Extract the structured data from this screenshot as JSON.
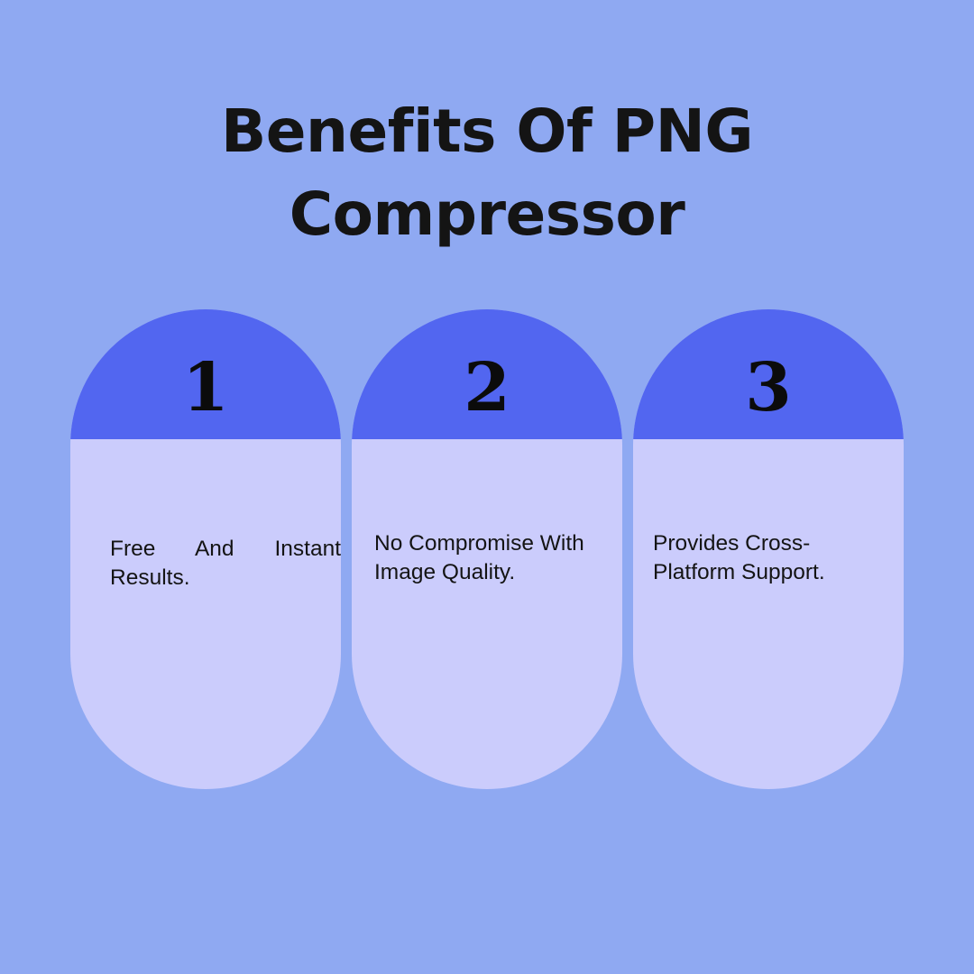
{
  "title": {
    "line1": "Benefits Of PNG",
    "line2": "Compressor"
  },
  "cards": [
    {
      "number": "1",
      "text": "Free And Instant Results."
    },
    {
      "number": "2",
      "text": "No Compromise With Image Quality."
    },
    {
      "number": "3",
      "text": "Provides Cross-Platform Support."
    }
  ],
  "colors": {
    "background": "#8FA9F2",
    "card_head": "#5266F0",
    "card_body": "#CBCCFC",
    "text": "#141414"
  }
}
